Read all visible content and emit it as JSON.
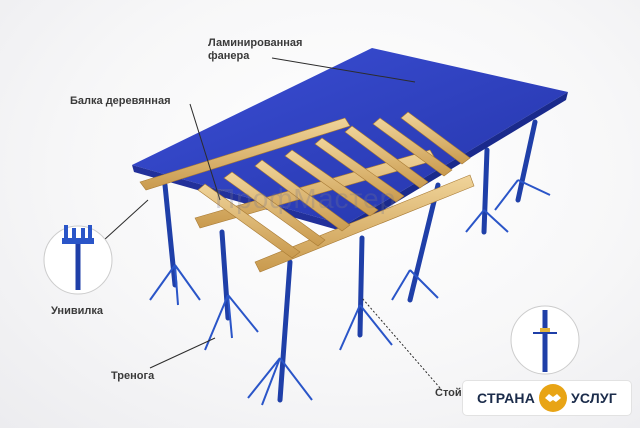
{
  "labels": {
    "plywood_line1": "Ламинированная",
    "plywood_line2": "фанера",
    "beam": "Балка деревянная",
    "fork": "Унивилка",
    "tripod": "Тренога",
    "prop": "Стойк"
  },
  "watermark": "ПрофМастер",
  "badge": {
    "left_text": "СТРАНА",
    "right_text": "УСЛУГ",
    "icon": "handshake-icon"
  },
  "colors": {
    "plywood": "#2f3fbf",
    "wood": "#e6c27a",
    "steel": "#1f3fa8",
    "badge_accent": "#e8a415"
  }
}
